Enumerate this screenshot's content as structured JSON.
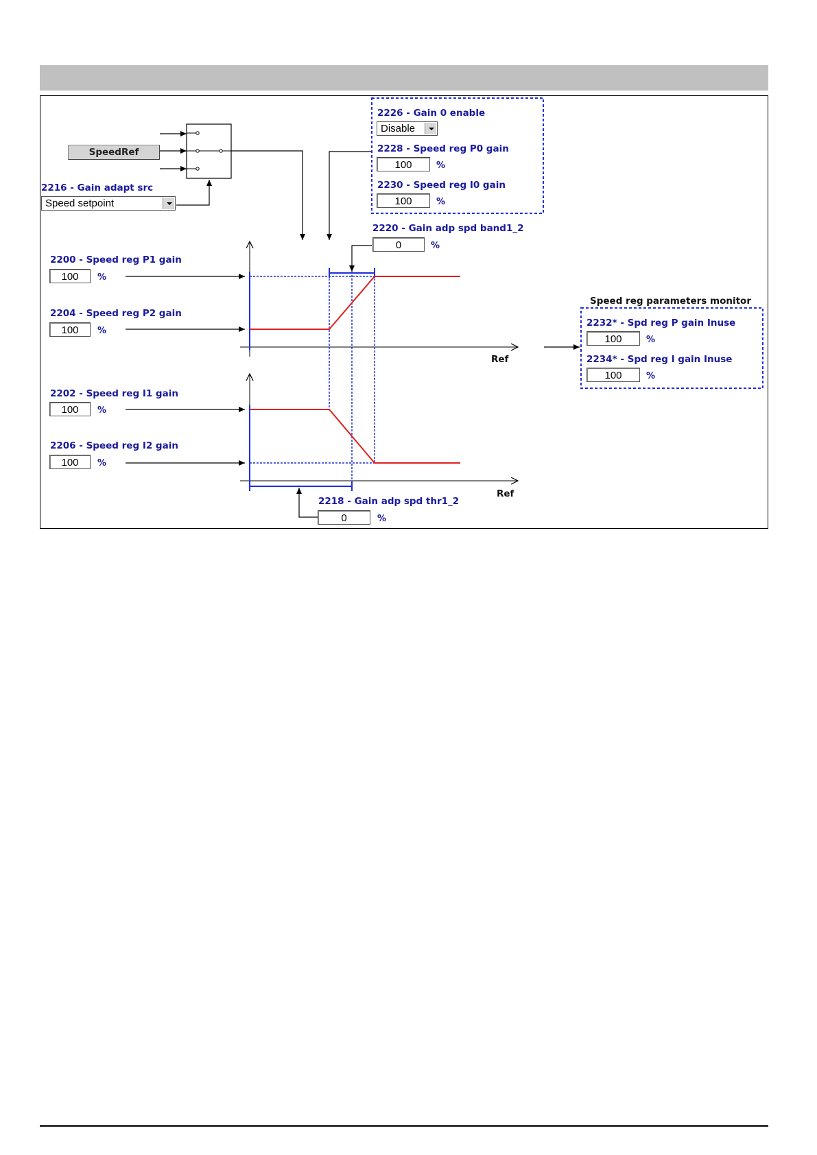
{
  "colors": {
    "label": "#1a1a9c",
    "curve": "#e02020",
    "guide": "#1f2ee0",
    "frame": "#000000",
    "topbar": "#c0c0c0"
  },
  "speedref": {
    "button_label": "SpeedRef"
  },
  "gain_adapt_src": {
    "label": "2216 - Gain adapt src",
    "value": "Speed setpoint"
  },
  "gain0_group": {
    "enable": {
      "label": "2226 - Gain 0 enable",
      "value": "Disable"
    },
    "p0": {
      "label": "2228 - Speed reg P0 gain",
      "value": "100",
      "unit": "%"
    },
    "i0": {
      "label": "2230 - Speed reg I0 gain",
      "value": "100",
      "unit": "%"
    }
  },
  "band": {
    "label": "2220 - Gain adp spd band1_2",
    "value": "0",
    "unit": "%"
  },
  "p1": {
    "label": "2200 - Speed reg P1 gain",
    "value": "100",
    "unit": "%"
  },
  "p2": {
    "label": "2204 - Speed reg P2 gain",
    "value": "100",
    "unit": "%"
  },
  "i1": {
    "label": "2202 - Speed reg I1 gain",
    "value": "100",
    "unit": "%"
  },
  "i2": {
    "label": "2206 - Speed reg I2 gain",
    "value": "100",
    "unit": "%"
  },
  "thr": {
    "label": "2218 - Gain adp spd thr1_2",
    "value": "0",
    "unit": "%"
  },
  "axis_labels": {
    "top_ref": "Ref",
    "bottom_ref": "Ref"
  },
  "monitor": {
    "title": "Speed reg parameters monitor",
    "p_inuse": {
      "label": "2232* - Spd reg P gain Inuse",
      "value": "100",
      "unit": "%"
    },
    "i_inuse": {
      "label": "2234* - Spd reg I gain Inuse",
      "value": "100",
      "unit": "%"
    }
  }
}
